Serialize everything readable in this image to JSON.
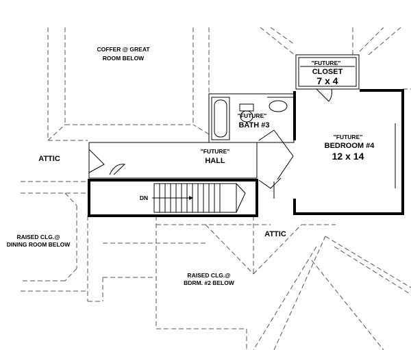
{
  "labels": {
    "coffer_line1": "COFFER @ GREAT",
    "coffer_line2": "ROOM BELOW",
    "closet_future": "\"FUTURE\"",
    "closet_name": "CLOSET",
    "closet_size": "7 x 4",
    "bath_future": "\"FUTURE\"",
    "bath_name": "BATH #3",
    "bedroom_future": "\"FUTURE\"",
    "bedroom_name": "BEDROOM #4",
    "bedroom_size": "12 x 14",
    "attic_left": "ATTIC",
    "hall_future": "\"FUTURE\"",
    "hall_name": "HALL",
    "stair_dn": "DN",
    "dining_line1": "RAISED CLG.@",
    "dining_line2": "DINING ROOM BELOW",
    "attic_right": "ATTIC",
    "bdrm2_line1": "RAISED CLG.@",
    "bdrm2_line2": "BDRM. #2 BELOW"
  }
}
